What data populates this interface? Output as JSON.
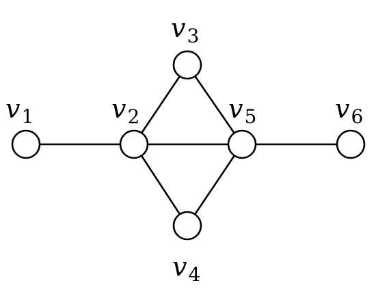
{
  "graph": {
    "vertices": [
      {
        "id": "v1",
        "letter": "v",
        "sub": "1"
      },
      {
        "id": "v2",
        "letter": "v",
        "sub": "2"
      },
      {
        "id": "v3",
        "letter": "v",
        "sub": "3"
      },
      {
        "id": "v4",
        "letter": "v",
        "sub": "4"
      },
      {
        "id": "v5",
        "letter": "v",
        "sub": "5"
      },
      {
        "id": "v6",
        "letter": "v",
        "sub": "6"
      }
    ],
    "edges": [
      [
        "v1",
        "v2"
      ],
      [
        "v2",
        "v3"
      ],
      [
        "v2",
        "v5"
      ],
      [
        "v2",
        "v4"
      ],
      [
        "v3",
        "v5"
      ],
      [
        "v4",
        "v5"
      ],
      [
        "v5",
        "v6"
      ]
    ]
  }
}
